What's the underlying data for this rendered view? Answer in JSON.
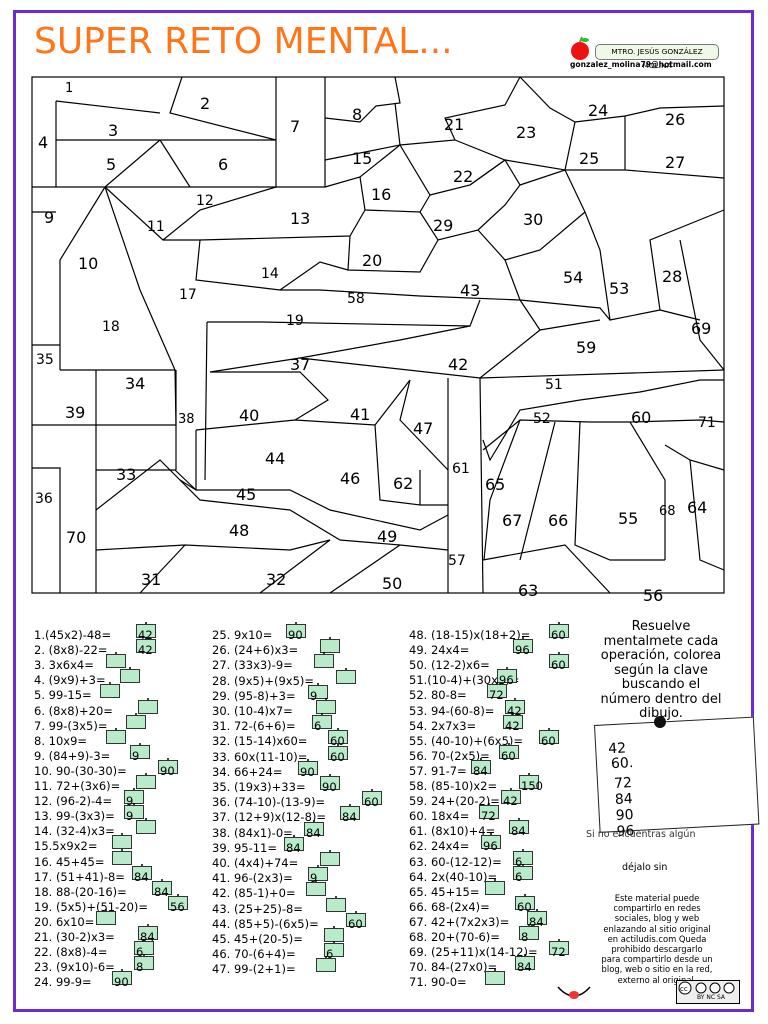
{
  "header": {
    "title": "SUPER RETO MENTAL...",
    "author": "MTRO. JESÚS GONZÁLEZ MOLINA",
    "email": "gonzalez_molina79@hotmail.com"
  },
  "drawing_numbers": [
    "1",
    "2",
    "3",
    "4",
    "5",
    "6",
    "7",
    "8",
    "9",
    "10",
    "11",
    "12",
    "13",
    "14",
    "15",
    "16",
    "17",
    "18",
    "19",
    "20",
    "21",
    "22",
    "23",
    "24",
    "25",
    "26",
    "27",
    "28",
    "29",
    "30",
    "31",
    "32",
    "33",
    "34",
    "35",
    "36",
    "37",
    "38",
    "39",
    "40",
    "41",
    "42",
    "43",
    "44",
    "45",
    "46",
    "47",
    "48",
    "49",
    "50",
    "51",
    "52",
    "53",
    "54",
    "55",
    "56",
    "57",
    "58",
    "59",
    "60",
    "61",
    "62",
    "63",
    "64",
    "65",
    "66",
    "67",
    "68",
    "69",
    "70",
    "71"
  ],
  "operations_col1": [
    {
      "label": "1.(45x2)-48=",
      "answer": "42"
    },
    {
      "label": "2. (8x8)-22=",
      "answer": "42"
    },
    {
      "label": "3. 3x6x4=",
      "answer": ""
    },
    {
      "label": "4. (9x9)+3=",
      "answer": ""
    },
    {
      "label": "5. 99-15=",
      "answer": ""
    },
    {
      "label": "6. (8x8)+20=",
      "answer": ""
    },
    {
      "label": "7. 99-(3x5)=",
      "answer": ""
    },
    {
      "label": "8. 10x9=",
      "answer": ""
    },
    {
      "label": "9. (84+9)-3=",
      "answer": "9"
    },
    {
      "label": "10. 90-(30-30)=",
      "answer": "90"
    },
    {
      "label": "11. 72+(3x6)=",
      "answer": ""
    },
    {
      "label": "12. (96-2)-4=",
      "answer": "9"
    },
    {
      "label": "13. 99-(3x3)=",
      "answer": "9"
    },
    {
      "label": "14. (32-4)x3=",
      "answer": ""
    },
    {
      "label": "15.5x9x2=",
      "answer": ""
    },
    {
      "label": "16. 45+45=",
      "answer": ""
    },
    {
      "label": "17. (51+41)-8=",
      "answer": "84"
    },
    {
      "label": "18. 88-(20-16)=",
      "answer": "84"
    },
    {
      "label": "19. (5x5)+(51-20)=",
      "answer": "56"
    },
    {
      "label": "20. 6x10=",
      "answer": ""
    },
    {
      "label": "21. (30-2)x3=",
      "answer": "84"
    },
    {
      "label": "22. (8x8)-4=",
      "answer": "6"
    },
    {
      "label": "23. (9x10)-6=",
      "answer": "8"
    },
    {
      "label": "24. 99-9=",
      "answer": "90"
    }
  ],
  "operations_col2": [
    {
      "label": "25. 9x10=",
      "answer": "90"
    },
    {
      "label": "26. (24+6)x3=",
      "answer": ""
    },
    {
      "label": "27. (33x3)-9=",
      "answer": ""
    },
    {
      "label": "28. (9x5)+(9x5)=",
      "answer": ""
    },
    {
      "label": "29. (95-8)+3=",
      "answer": "9"
    },
    {
      "label": "30. (10-4)x7=",
      "answer": ""
    },
    {
      "label": "31. 72-(6+6)=",
      "answer": "6"
    },
    {
      "label": "32. (15-14)x60=",
      "answer": "60"
    },
    {
      "label": "33. 60x(11-10)=",
      "answer": "60"
    },
    {
      "label": "34. 66+24=",
      "answer": "90"
    },
    {
      "label": "35. (19x3)+33=",
      "answer": "90"
    },
    {
      "label": "36. (74-10)-(13-9)=",
      "answer": "60"
    },
    {
      "label": "37. (12+9)x(12-8)=",
      "answer": "84"
    },
    {
      "label": "38. (84x1)-0=",
      "answer": "84"
    },
    {
      "label": "39. 95-11=",
      "answer": "84"
    },
    {
      "label": "40. (4x4)+74=",
      "answer": ""
    },
    {
      "label": "41. 96-(2x3)=",
      "answer": "9"
    },
    {
      "label": "42. (85-1)+0=",
      "answer": ""
    },
    {
      "label": "43. (25+25)-8=",
      "answer": ""
    },
    {
      "label": "44. (85+5)-(6x5)=",
      "answer": "60"
    },
    {
      "label": "45. 45+(20-5)=",
      "answer": ""
    },
    {
      "label": "46. 70-(6+4)=",
      "answer": "6"
    },
    {
      "label": "47. 99-(2+1)=",
      "answer": ""
    }
  ],
  "operations_col3": [
    {
      "label": "48. (18-15)x(18+2)=",
      "answer": "60"
    },
    {
      "label": "49. 24x4=",
      "answer": "96"
    },
    {
      "label": "50. (12-2)x6=",
      "answer": "60"
    },
    {
      "label": "51.(10-4)+(30x3)=",
      "answer": "96"
    },
    {
      "label": "52. 80-8=",
      "answer": "72"
    },
    {
      "label": "53. 94-(60-8)=",
      "answer": "42"
    },
    {
      "label": "54. 2x7x3=",
      "answer": "42"
    },
    {
      "label": "55. (40-10)+(6x5)=",
      "answer": "60"
    },
    {
      "label": "56. 70-(2x5)=",
      "answer": "60"
    },
    {
      "label": "57. 91-7=",
      "answer": "84"
    },
    {
      "label": "58. (85-10)x2=",
      "answer": "150"
    },
    {
      "label": "59. 24+(20-2)=",
      "answer": "42"
    },
    {
      "label": "60. 18x4=",
      "answer": "72"
    },
    {
      "label": "61. (8x10)+4=",
      "answer": "84"
    },
    {
      "label": "62. 24x4=",
      "answer": "96"
    },
    {
      "label": "63. 60-(12-12)=",
      "answer": "6"
    },
    {
      "label": "64. 2x(40-10)=",
      "answer": "6"
    },
    {
      "label": "65. 45+15=",
      "answer": ""
    },
    {
      "label": "66. 68-(2x4)=",
      "answer": "60"
    },
    {
      "label": "67. 42+(7x2x3)=",
      "answer": "84"
    },
    {
      "label": "68. 20+(70-6)=",
      "answer": "8"
    },
    {
      "label": "69. (25+11)x(14-12)=",
      "answer": "72"
    },
    {
      "label": "70. 84-(27x0)=",
      "answer": "84"
    },
    {
      "label": "71. 90-0=",
      "answer": ""
    }
  ],
  "instructions": "Resuelve mentalmete cada operación, colorea según la clave buscando el número dentro del dibujo.",
  "answer_key": [
    "42",
    "60.",
    "72",
    "84",
    "90",
    "96"
  ],
  "note_line1": "Si no encuentras algún",
  "note_line2": "déjalo sin",
  "license_text": "Este material puede compartirlo en redes sociales, blog y web enlazando al sitio original en actiludis.com Queda prohibido descargarlo para compartirlo desde un blog, web o sitio en la red, externo al original.",
  "cc_label": "BY NC SA",
  "colors": {
    "frame": "#6a2bd0",
    "title": "#ff7518",
    "chip": "#b8ecc8"
  }
}
